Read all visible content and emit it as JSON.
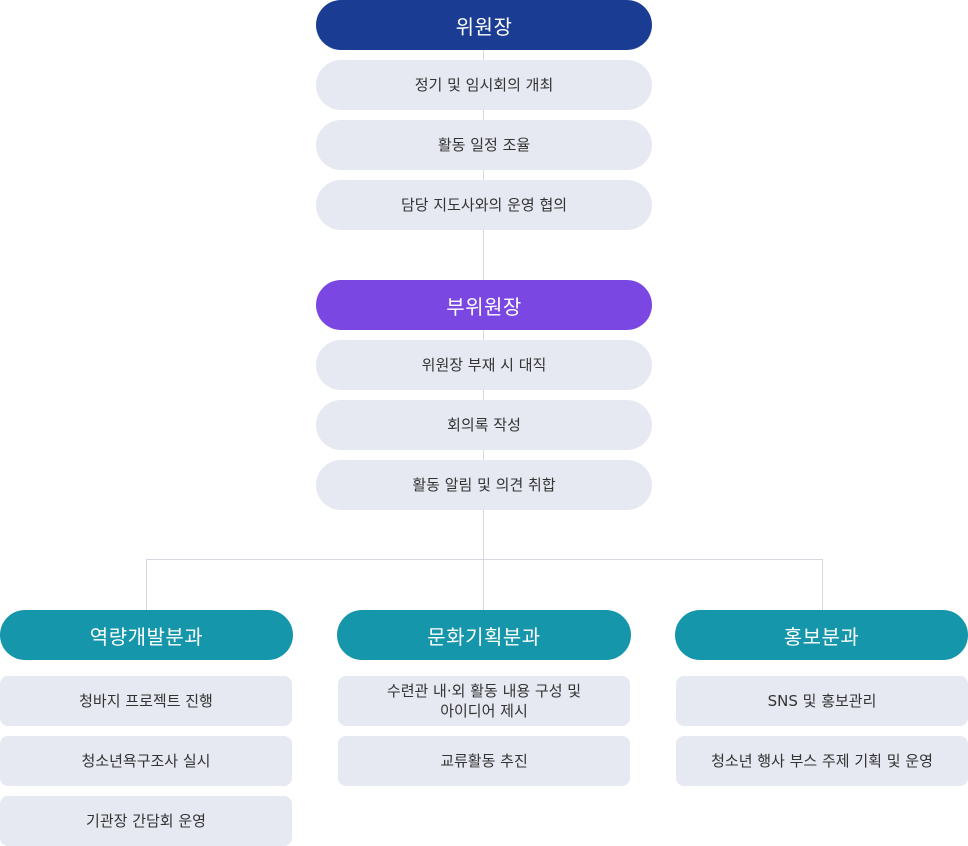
{
  "chair": {
    "title": "위원장",
    "duties": [
      "정기 및 임시회의 개최",
      "활동 일정 조율",
      "담당 지도사와의 운영 협의"
    ]
  },
  "vice": {
    "title": "부위원장",
    "duties": [
      "위원장 부재 시 대직",
      "회의록 작성",
      "활동 알림 및 의견 취합"
    ]
  },
  "divisions": [
    {
      "title": "역량개발분과",
      "duties": [
        "청바지 프로젝트 진행",
        "청소년욕구조사 실시",
        "기관장 간담회 운영"
      ]
    },
    {
      "title": "문화기획분과",
      "duties": [
        "수련관 내·외 활동 내용 구성 및\n아이디어 제시",
        "교류활동 추진"
      ]
    },
    {
      "title": "홍보분과",
      "duties": [
        "SNS 및 홍보관리",
        "청소년 행사 부스 주제 기획 및 운영"
      ]
    }
  ],
  "colors": {
    "chair": "#1b3c93",
    "vice": "#7b47e3",
    "division": "#1596aa",
    "item_bg": "#e6e9f2",
    "connector": "#d6d9e0"
  }
}
